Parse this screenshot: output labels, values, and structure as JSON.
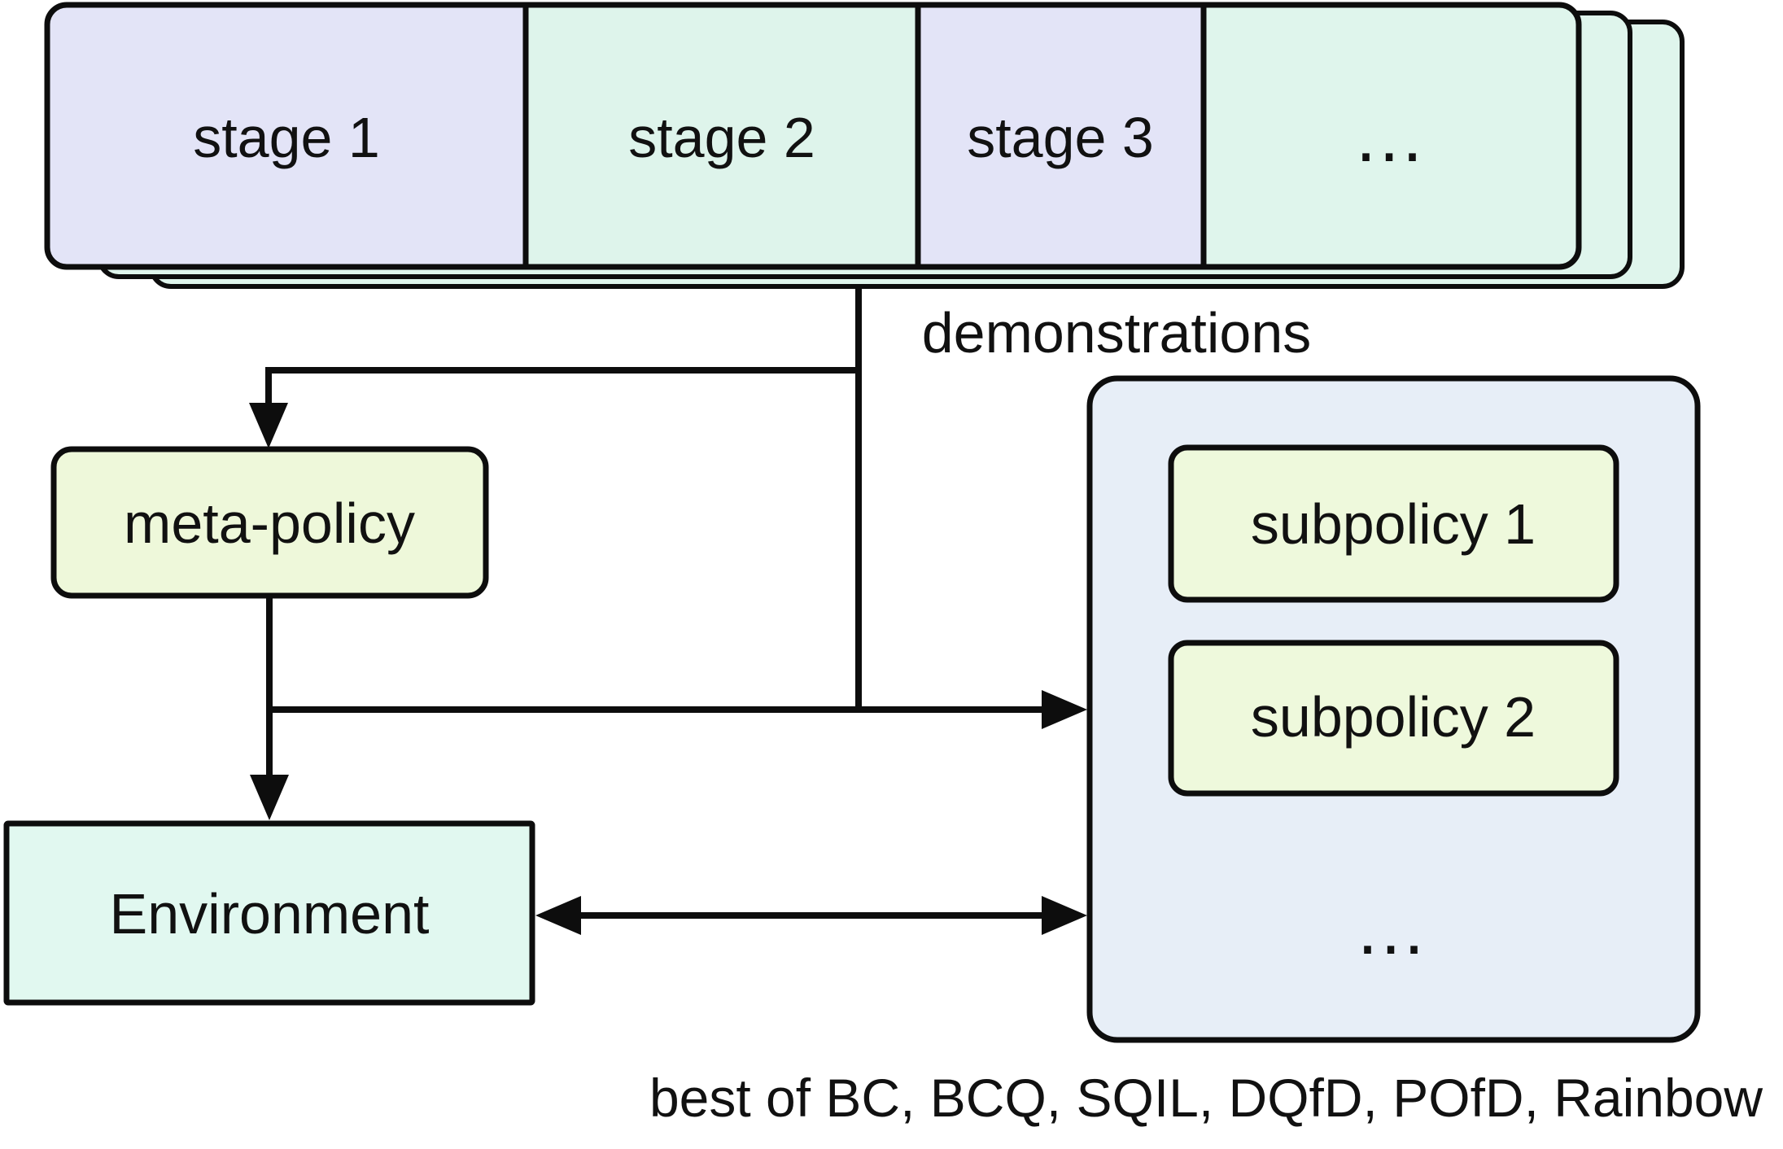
{
  "diagram": {
    "background": "#ffffff",
    "ink": "#0d0d0d",
    "demo_stack": {
      "layer_fill": "#dff5ec",
      "stages": [
        {
          "label": "stage 1",
          "fill": "#e3e4f7"
        },
        {
          "label": "stage 2",
          "fill": "#def4eb"
        },
        {
          "label": "stage 3",
          "fill": "#e3e4f7"
        },
        {
          "label": "…",
          "fill": "#dff5ec"
        }
      ]
    },
    "demonstrations_label": "demonstrations",
    "meta_policy": {
      "label": "meta-policy",
      "fill": "#eef8da"
    },
    "environment": {
      "label": "Environment",
      "fill": "#e1f8f0"
    },
    "subpolicy_container": {
      "fill": "#e7eef7",
      "items": [
        {
          "label": "subpolicy 1",
          "fill": "#eef9dc"
        },
        {
          "label": "subpolicy 2",
          "fill": "#eef9dc"
        }
      ],
      "more_label": "…"
    },
    "caption": "best of BC, BCQ, SQIL, DQfD, POfD, Rainbow"
  }
}
